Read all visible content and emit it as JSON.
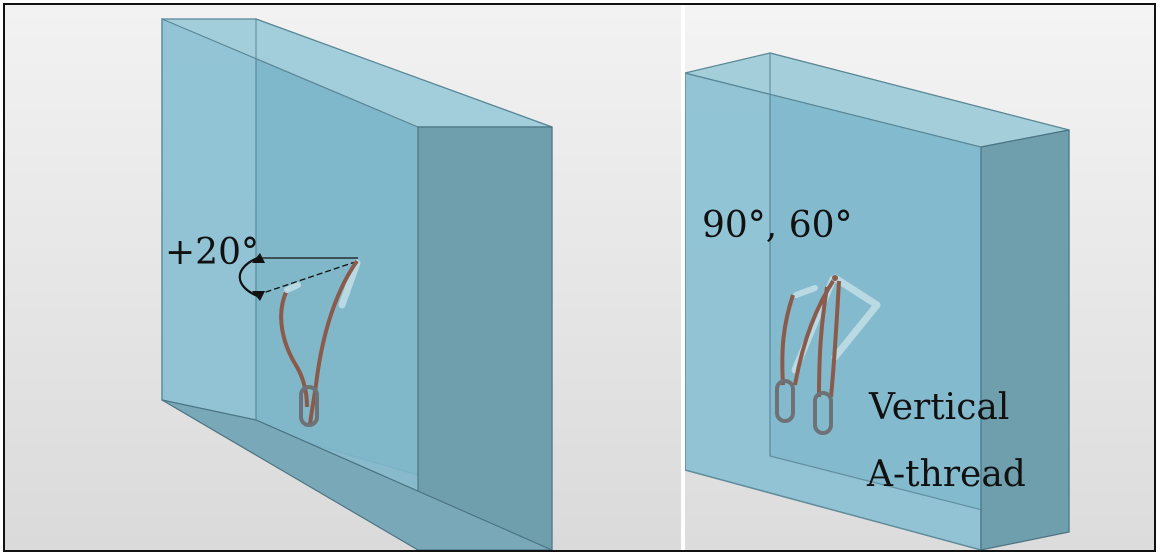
{
  "labels": {
    "left_angle": "+20°",
    "right_angles": "90°, 60°",
    "right_line1": "Vertical",
    "right_line2": "A-thread"
  },
  "colors": {
    "block_front": "#84bcd0",
    "block_side": "#6f9eac",
    "block_top": "#9fc9d6",
    "edge": "#4a6f7c",
    "sling": "#8a5a4a",
    "carabiner": "#7c7f84",
    "sling_tube": "#b9d9e3"
  }
}
